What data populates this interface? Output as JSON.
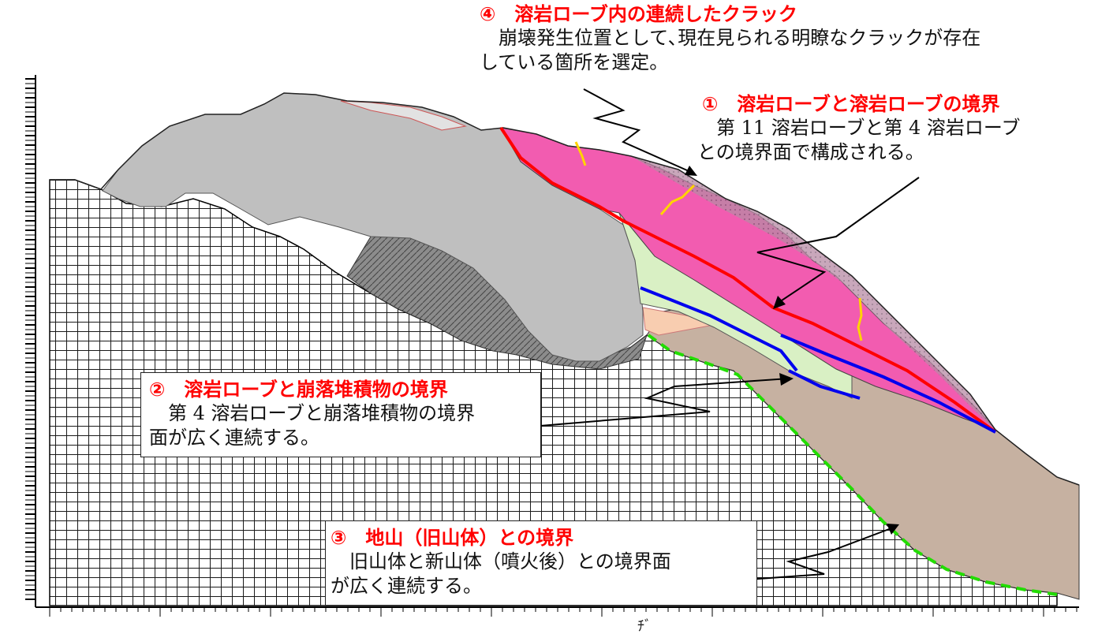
{
  "annotations": {
    "a4": {
      "title": "④　溶岩ローブ内の連続したクラック",
      "body": "　崩壊発生位置として､現在見られる明瞭なクラックが存在\nしている箇所を選定。"
    },
    "a1": {
      "title": "①　溶岩ローブと溶岩ローブの境界",
      "body": "　第 11 溶岩ローブと第 4 溶岩ローブ\nとの境界面で構成される。"
    },
    "a2": {
      "title": "②　溶岩ローブと崩落堆積物の境界",
      "body": "　第 4 溶岩ローブと崩落堆積物の境界\n面が広く連続する。"
    },
    "a3": {
      "title": "③　地山（旧山体）との境界",
      "body": "　旧山体と新山体（噴火後）との境界面\nが広く連続する。"
    }
  },
  "colors": {
    "lava_lobe_11": "#f25cb0",
    "lava_lobe_4": "#d9f0c4",
    "gray_lobe": "#bfbfbf",
    "talus": "#c6b1a1",
    "old_body_grid": "#1a1a1a",
    "boundary_1": "#ff0000",
    "boundary_2": "#0000ee",
    "boundary_3": "#22dd00",
    "crack": "#ffd400"
  },
  "axis_label": "ﾁﾞ"
}
